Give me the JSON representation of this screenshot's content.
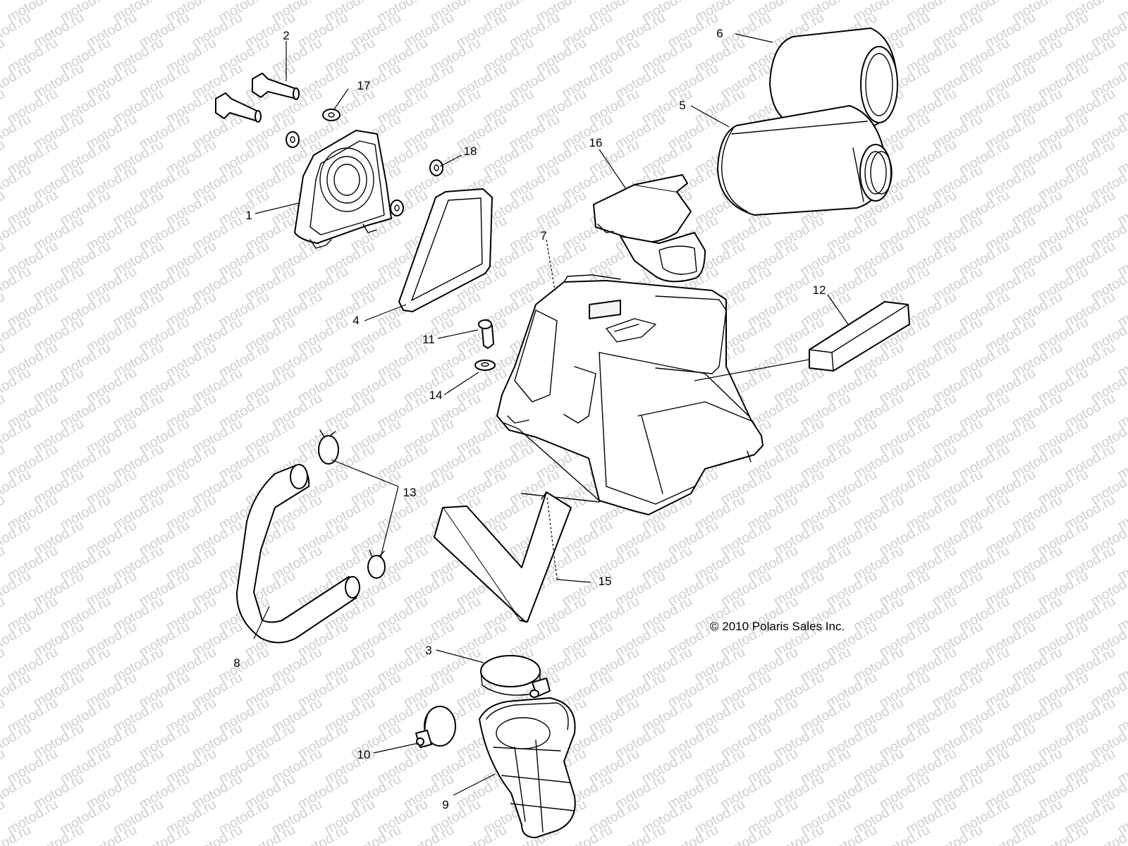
{
  "watermark": "motod.ru",
  "copyright": "© 2010 Polaris Sales Inc.",
  "callouts": {
    "c1": "1",
    "c2": "2",
    "c3": "3",
    "c4": "4",
    "c5": "5",
    "c6": "6",
    "c7": "7",
    "c8": "8",
    "c9": "9",
    "c10": "10",
    "c11": "11",
    "c12": "12",
    "c13": "13",
    "c14": "14",
    "c15": "15",
    "c16": "16",
    "c17": "17",
    "c18": "18"
  }
}
